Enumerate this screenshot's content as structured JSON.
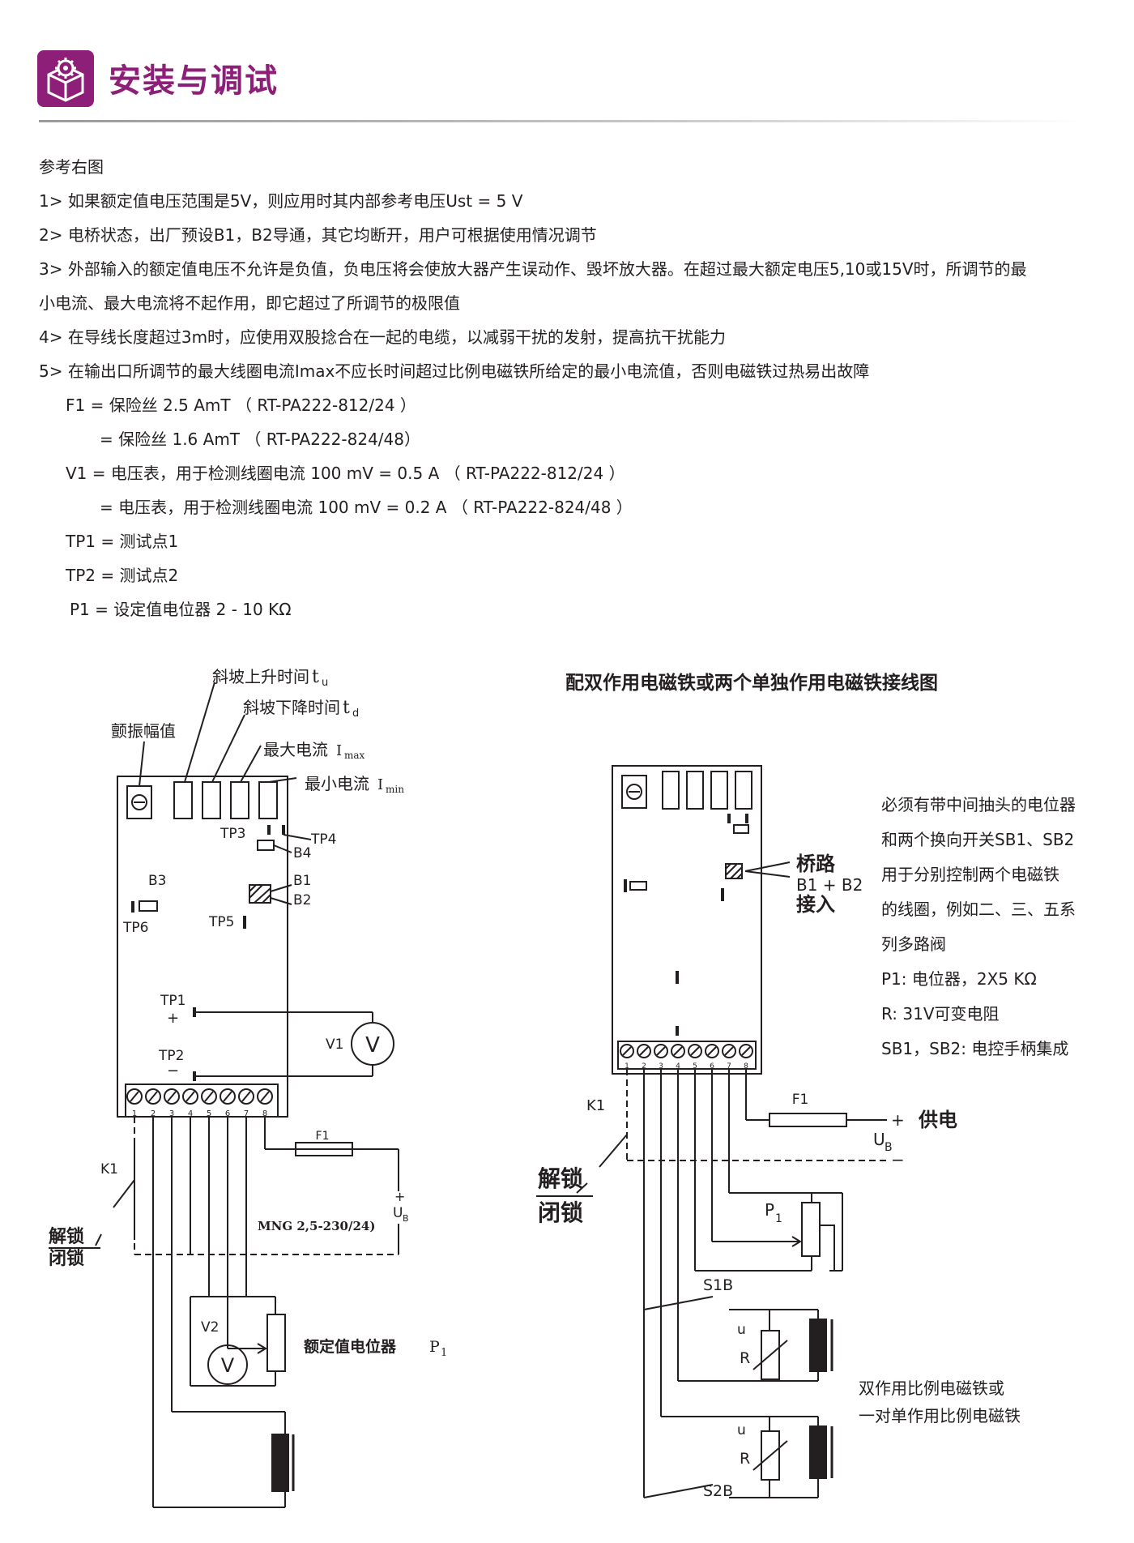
{
  "header": {
    "title": "安装与调试",
    "accent_color": "#8e1f78",
    "icon": "box-gear-icon"
  },
  "notes": {
    "intro": "参考右图",
    "item1": "1>  如果额定值电压范围是5V，则应用时其内部参考电压Ust = 5 V",
    "item2": "2>  电桥状态，出厂预设B1，B2导通，其它均断开，用户可根据使用情况调节",
    "item3a": "3>  外部输入的额定值电压不允许是负值，负电压将会使放大器产生误动作、毁坏放大器。在超过最大额定电压5,10或15V时，所调节的最",
    "item3b": "小电流、最大电流将不起作用，即它超过了所调节的极限值",
    "item4": "4>  在导线长度超过3m时，应使用双股捻合在一起的电缆，以减弱干扰的发射，提高抗干扰能力",
    "item5": "5>  在输出口所调节的最大线圈电流Imax不应长时间超过比例电磁铁所给定的最小电流值，否则电磁铁过热易出故障",
    "f1_a": "F1    = 保险丝 2.5 AmT    （ RT-PA222-812/24 ）",
    "f1_b": "= 保险丝  1.6 AmT    （ RT-PA222-824/48）",
    "v1_a": "V1    = 电压表，用于检测线圈电流  100 mV = 0.5 A    （ RT-PA222-812/24 ）",
    "v1_b": "= 电压表，用于检测线圈电流  100 mV = 0.2 A    （ RT-PA222-824/48 ）",
    "tp1": "TP1  = 测试点1",
    "tp2": "TP2  = 测试点2",
    "p1": "P1   = 设定值电位器 2 - 10 KΩ"
  },
  "left_diagram": {
    "ramp_up": "斜坡上升时间",
    "ramp_up_sym": "t",
    "ramp_up_sub": "u",
    "ramp_down": "斜坡下降时间",
    "ramp_down_sym": "t",
    "ramp_down_sub": "d",
    "dither": "颤振幅值",
    "imax": "最大电流",
    "imax_sym": "I",
    "imax_sub": "max",
    "imin": "最小电流",
    "imin_sym": "I",
    "imin_sub": "min",
    "tp3": "TP3",
    "tp4": "TP4",
    "b4": "B4",
    "b3": "B3",
    "b1": "B1",
    "b2": "B2",
    "tp6": "TP6",
    "tp5": "TP5",
    "tp1": "TP1",
    "tp1_sign": "+",
    "tp2": "TP2",
    "tp2_sign": "−",
    "v1": "V1",
    "v1_symbol": "V",
    "terminals": [
      "1",
      "2",
      "3",
      "4",
      "5",
      "6",
      "7",
      "8"
    ],
    "f1": "F1",
    "plus": "+",
    "ub": "U",
    "ub_sub": "B",
    "k1": "K1",
    "unlock": "解锁",
    "lock": "闭锁",
    "model": "MNG 2,5-230/24)",
    "v2": "V2",
    "v2_symbol": "V",
    "pot": "额定值电位器",
    "pot_sym": "P",
    "pot_sub": "1"
  },
  "right_diagram": {
    "title": "配双作用电磁铁或两个单独作用电磁铁接线图",
    "bridge_1": "桥路",
    "bridge_2": "B1 + B2",
    "bridge_3": "接入",
    "terminals": [
      "1",
      "2",
      "3",
      "4",
      "5",
      "6",
      "7",
      "8"
    ],
    "f1": "F1",
    "plus": "+",
    "minus": "−",
    "ub": "U",
    "ub_sub": "B",
    "supply": "供电",
    "k1": "K1",
    "unlock": "解锁",
    "lock": "闭锁",
    "p1": "P",
    "p1_sub": "1",
    "s1b": "S1B",
    "s2b": "S2B",
    "u1": "u",
    "r1": "R",
    "u2": "u",
    "r2": "R",
    "note1": "必须有带中间抽头的电位器",
    "note2": "和两个换向开关SB1、SB2",
    "note3": "用于分别控制两个电磁铁",
    "note4": "的线圈，例如二、三、五系",
    "note5": "列多路阀",
    "note6": "P1: 电位器，2X5 KΩ",
    "note7": "R: 31V可变电阻",
    "note8": "SB1，SB2: 电控手柄集成",
    "magnet_1": "双作用比例电磁铁或",
    "magnet_2": "一对单作用比例电磁铁"
  }
}
